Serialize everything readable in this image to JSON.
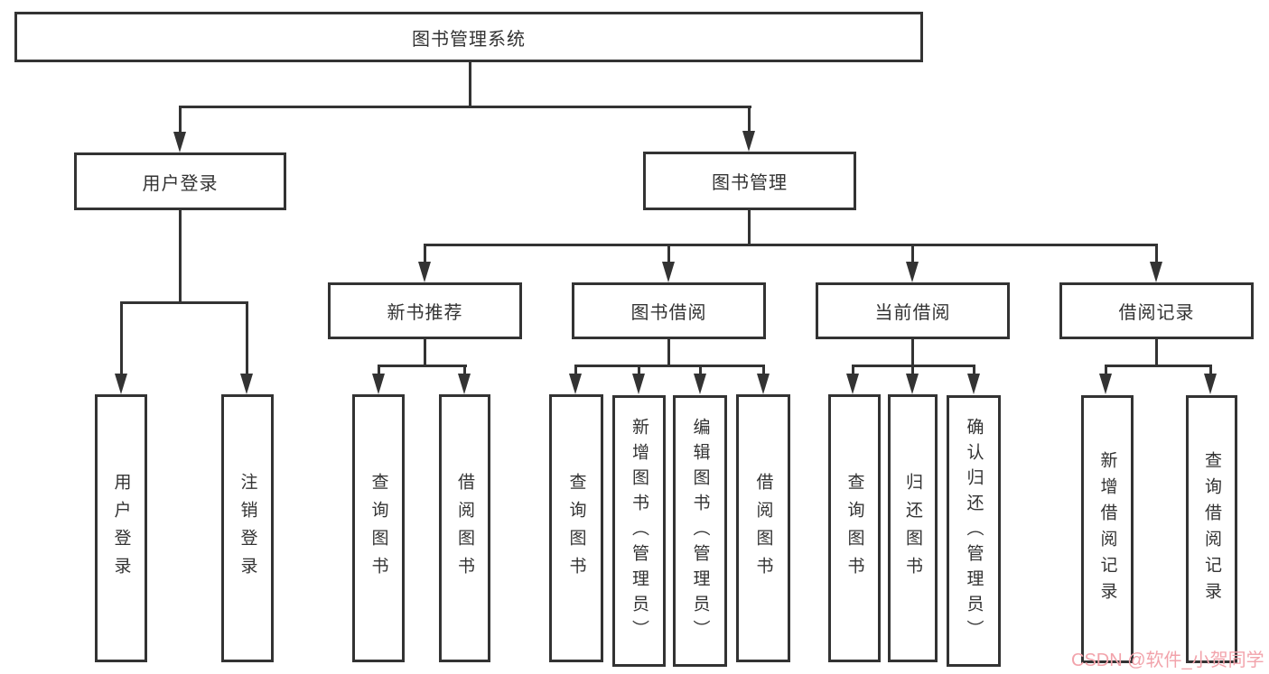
{
  "colors": {
    "line": "#333333",
    "box_border": "#333333",
    "box_fill": "#ffffff",
    "text": "#333333",
    "watermark": "#f2a3ab"
  },
  "tree": {
    "root": {
      "label": "图书管理系统"
    },
    "branches": [
      {
        "label": "用户登录",
        "children": [
          {
            "label": "用户登录"
          },
          {
            "label": "注销登录"
          }
        ]
      },
      {
        "label": "图书管理",
        "children": [
          {
            "label": "新书推荐",
            "children": [
              {
                "label": "查询图书"
              },
              {
                "label": "借阅图书"
              }
            ]
          },
          {
            "label": "图书借阅",
            "children": [
              {
                "label": "查询图书"
              },
              {
                "label": "新增图书（管理员）"
              },
              {
                "label": "编辑图书（管理员）"
              },
              {
                "label": "借阅图书"
              }
            ]
          },
          {
            "label": "当前借阅",
            "children": [
              {
                "label": "查询图书"
              },
              {
                "label": "归还图书"
              },
              {
                "label": "确认归还（管理员）"
              }
            ]
          },
          {
            "label": "借阅记录",
            "children": [
              {
                "label": "新增借阅记录"
              },
              {
                "label": "查询借阅记录"
              }
            ]
          }
        ]
      }
    ]
  },
  "watermark": {
    "text": "CSDN @软件_小贺同学"
  }
}
